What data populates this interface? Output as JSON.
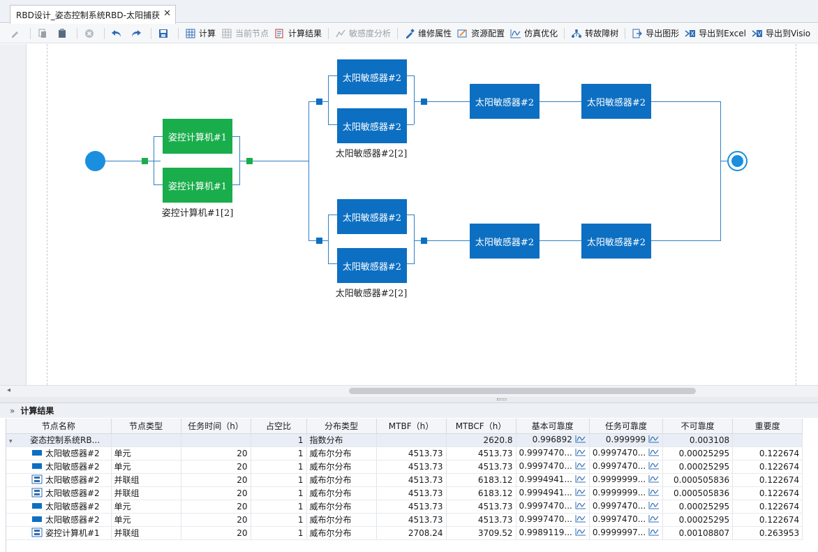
{
  "tab": {
    "title": "RBD设计_姿态控制系统RBD-太阳捕获",
    "close": "✕"
  },
  "toolbar": {
    "calculate": "计算",
    "current_node": "当前节点",
    "calc_result": "计算结果",
    "sensitivity": "敏感度分析",
    "maint_props": "维修属性",
    "resource_config": "资源配置",
    "sim_optimize": "仿真优化",
    "to_fault_tree": "转故障树",
    "export_graphic": "导出图形",
    "export_excel": "导出到Excel",
    "export_visio": "导出到Visio"
  },
  "diagram": {
    "computer_a": "姿控计算机#1",
    "computer_b": "姿控计算机#1",
    "computer_group": "姿控计算机#1[2]",
    "top_a": "太阳敏感器#2",
    "top_b": "太阳敏感器#2",
    "top_group": "太阳敏感器#2[2]",
    "top_s1": "太阳敏感器#2",
    "top_s2": "太阳敏感器#2",
    "bot_a": "太阳敏感器#2",
    "bot_b": "太阳敏感器#2",
    "bot_group": "太阳敏感器#2[2]",
    "bot_s1": "太阳敏感器#2",
    "bot_s2": "太阳敏感器#2"
  },
  "results_panel": {
    "title": "计算结果"
  },
  "table": {
    "columns": [
      "节点名称",
      "节点类型",
      "任务时间（h）",
      "占空比",
      "分布类型",
      "MTBF（h）",
      "MTBCF（h）",
      "基本可靠度",
      "任务可靠度",
      "不可靠度",
      "重要度"
    ],
    "rows": [
      {
        "name": "姿态控制系统RB...",
        "type": "",
        "time": "",
        "duty": "1",
        "dist": "指数分布",
        "mtbf": "",
        "mtbcf": "2620.8",
        "basic": "0.996892",
        "mission": "0.999999",
        "unrel": "0.003108",
        "imp": "",
        "icon": "none"
      },
      {
        "name": "太阳敏感器#2",
        "type": "单元",
        "time": "20",
        "duty": "1",
        "dist": "威布尔分布",
        "mtbf": "4513.73",
        "mtbcf": "4513.73",
        "basic": "0.9997470...",
        "mission": "0.9997470...",
        "unrel": "0.00025295",
        "imp": "0.122674",
        "icon": "unit"
      },
      {
        "name": "太阳敏感器#2",
        "type": "单元",
        "time": "20",
        "duty": "1",
        "dist": "威布尔分布",
        "mtbf": "4513.73",
        "mtbcf": "4513.73",
        "basic": "0.9997470...",
        "mission": "0.9997470...",
        "unrel": "0.00025295",
        "imp": "0.122674",
        "icon": "unit"
      },
      {
        "name": "太阳敏感器#2",
        "type": "并联组",
        "time": "20",
        "duty": "1",
        "dist": "威布尔分布",
        "mtbf": "4513.73",
        "mtbcf": "6183.12",
        "basic": "0.9994941...",
        "mission": "0.9999999...",
        "unrel": "0.000505836",
        "imp": "0.122674",
        "icon": "group"
      },
      {
        "name": "太阳敏感器#2",
        "type": "并联组",
        "time": "20",
        "duty": "1",
        "dist": "威布尔分布",
        "mtbf": "4513.73",
        "mtbcf": "6183.12",
        "basic": "0.9994941...",
        "mission": "0.9999999...",
        "unrel": "0.000505836",
        "imp": "0.122674",
        "icon": "group"
      },
      {
        "name": "太阳敏感器#2",
        "type": "单元",
        "time": "20",
        "duty": "1",
        "dist": "威布尔分布",
        "mtbf": "4513.73",
        "mtbcf": "4513.73",
        "basic": "0.9997470...",
        "mission": "0.9997470...",
        "unrel": "0.00025295",
        "imp": "0.122674",
        "icon": "unit"
      },
      {
        "name": "太阳敏感器#2",
        "type": "单元",
        "time": "20",
        "duty": "1",
        "dist": "威布尔分布",
        "mtbf": "4513.73",
        "mtbcf": "4513.73",
        "basic": "0.9997470...",
        "mission": "0.9997470...",
        "unrel": "0.00025295",
        "imp": "0.122674",
        "icon": "unit"
      },
      {
        "name": "姿控计算机#1",
        "type": "并联组",
        "time": "20",
        "duty": "1",
        "dist": "威布尔分布",
        "mtbf": "2708.24",
        "mtbcf": "3709.52",
        "basic": "0.9989119...",
        "mission": "0.9999997...",
        "unrel": "0.00108807",
        "imp": "0.263953",
        "icon": "group"
      }
    ]
  },
  "colors": {
    "unit_block": "#0c6fc2",
    "group_block": "#1aad4c",
    "link": "#2f7fc4",
    "node": "#1a8fe0"
  }
}
